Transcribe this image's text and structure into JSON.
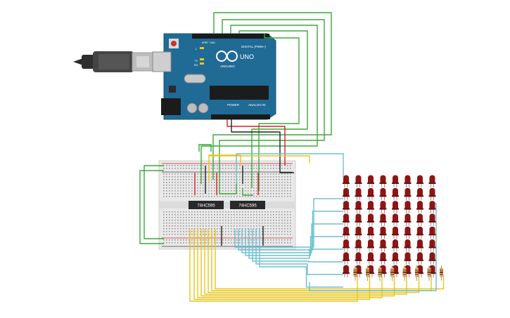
{
  "arduino": {
    "logo": "ARDUINO",
    "model": "UNO",
    "digital_label": "DIGITAL (PWM~)",
    "power_label": "POWER",
    "analog_label": "ANALOG IN",
    "tx_label": "TX",
    "rx_label": "RX",
    "l_label": "L",
    "aref_label": "AREF",
    "gnd_label": "GND"
  },
  "chips": [
    {
      "label": "74HC595"
    },
    {
      "label": "74HC595"
    }
  ],
  "led_matrix": {
    "rows": 8,
    "cols": 8
  },
  "colors": {
    "board": "#1f6b96",
    "green_wire": "#3aa83a",
    "yellow_wire": "#e8c51a",
    "blue_wire": "#6cc0d0",
    "red_wire": "#d42020",
    "black_wire": "#222222",
    "led": "#8e1515",
    "breadboard": "#e9e9e9"
  }
}
